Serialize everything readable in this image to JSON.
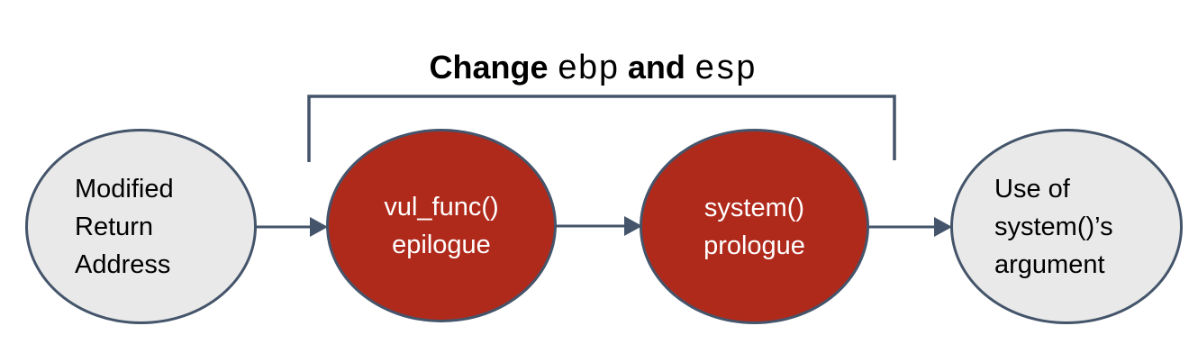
{
  "colors": {
    "background": "#FFFFFF",
    "node_highlight_fill": "#B02A1C",
    "node_normal_fill": "#E9E9E9",
    "node_border": "#44546A",
    "connector": "#44546A",
    "title_text": "#000000",
    "node_highlight_text": "#FFFFFF",
    "node_normal_text": "#000000"
  },
  "bracket_label": {
    "parts": [
      {
        "text": "Change ",
        "style": "sans"
      },
      {
        "text": "ebp",
        "style": "mono"
      },
      {
        "text": " and ",
        "style": "sans"
      },
      {
        "text": "esp",
        "style": "mono"
      }
    ]
  },
  "nodes": [
    {
      "id": "modified-return-address",
      "label": "Modified\nReturn\nAddress",
      "emphasis": "normal"
    },
    {
      "id": "vul-func-epilogue",
      "label": "vul_func()\nepilogue",
      "emphasis": "highlight"
    },
    {
      "id": "system-prologue",
      "label": "system()\nprologue",
      "emphasis": "highlight"
    },
    {
      "id": "use-of-system-argument",
      "label": "Use of\nsystem()’s\nargument",
      "emphasis": "normal"
    }
  ]
}
